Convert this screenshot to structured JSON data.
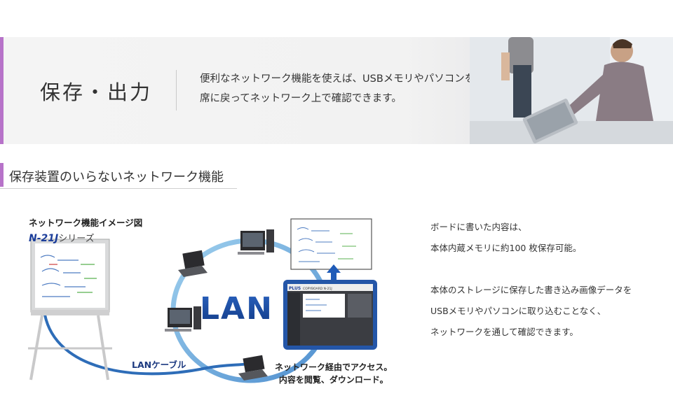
{
  "banner": {
    "title": "保存・出力",
    "lines": [
      "便利なネットワーク機能を使えば、USBメモリやパソコンを持ち込む必要もなく、",
      "席に戻ってネットワーク上で確認できます。"
    ]
  },
  "section": {
    "heading": "保存装置のいらないネットワーク機能"
  },
  "diagram": {
    "title": "ネットワーク機能イメージ図",
    "model": "N-21J",
    "model_suffix": "シリーズ",
    "lan_label": "LAN",
    "cable_label": "LANケーブル",
    "access_lines": [
      "ネットワーク経由でアクセス。",
      "内容を閲覧、ダウンロード。"
    ],
    "screen_brand": "PLUS",
    "screen_header": "COPYBOARD N-21J"
  },
  "description": {
    "para1": [
      "ボードに書いた内容は、",
      "本体内蔵メモリに約100 枚保存可能。"
    ],
    "para2": [
      "本体のストレージに保存した書き込み画像データを",
      "USBメモリやパソコンに取り込むことなく、",
      "ネットワークを通して確認できます。"
    ]
  },
  "colors": {
    "accent": "#b773c9",
    "lan_blue": "#1b4a9e"
  }
}
